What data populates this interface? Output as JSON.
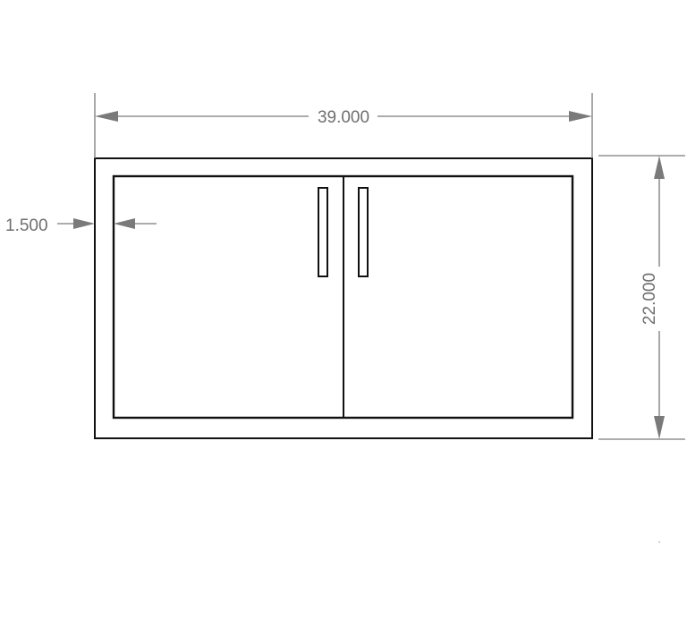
{
  "dimensions": {
    "width": "39.000",
    "height": "22.000",
    "border": "1.500"
  },
  "colors": {
    "outline": "#111111",
    "dimension": "#7a7a7a",
    "dimension_text": "#6f6f6f"
  }
}
